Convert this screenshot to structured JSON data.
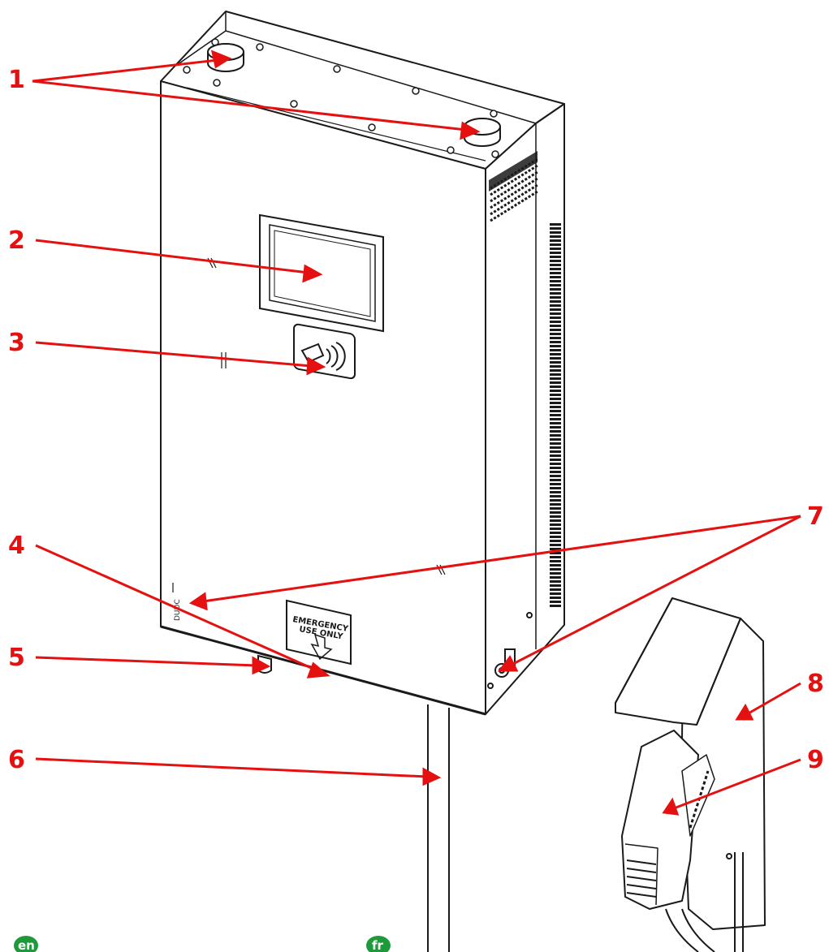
{
  "colors": {
    "callout": "#e51010",
    "outline": "#1a1a1a",
    "language_badge": "#1f9a3a",
    "language_text": "#ffffff"
  },
  "callouts": [
    {
      "number": "1",
      "label": "1"
    },
    {
      "number": "2",
      "label": "2"
    },
    {
      "number": "3",
      "label": "3"
    },
    {
      "number": "4",
      "label": "4"
    },
    {
      "number": "5",
      "label": "5"
    },
    {
      "number": "6",
      "label": "6"
    },
    {
      "number": "7",
      "label": "7"
    },
    {
      "number": "8",
      "label": "8"
    },
    {
      "number": "9",
      "label": "9"
    }
  ],
  "emergency_badge": {
    "line1": "EMERGENCY",
    "line2": "USE ONLY"
  },
  "enclosure_side_text": "DUDC",
  "languages": [
    {
      "code": "en",
      "icon": "language-circle"
    },
    {
      "code": "fr",
      "icon": "language-circle"
    }
  ],
  "icons": {
    "rfid": "rfid-card-icon",
    "key": "key-lock-icon"
  }
}
